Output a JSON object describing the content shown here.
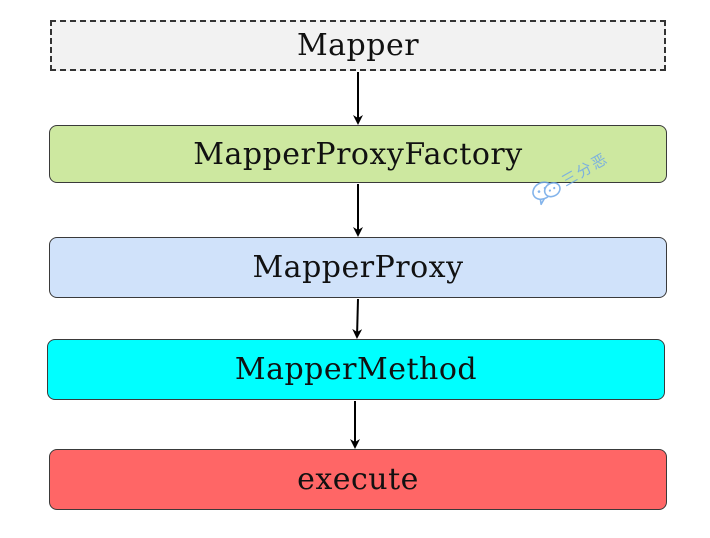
{
  "nodes": [
    {
      "id": "mapper",
      "label": "Mapper",
      "fill": "#f2f2f2",
      "style": "dashed"
    },
    {
      "id": "factory",
      "label": "MapperProxyFactory",
      "fill": "#cde8a0",
      "style": "solid"
    },
    {
      "id": "proxy",
      "label": "MapperProxy",
      "fill": "#d0e2fa",
      "style": "solid"
    },
    {
      "id": "method",
      "label": "MapperMethod",
      "fill": "#00ffff",
      "style": "solid"
    },
    {
      "id": "execute",
      "label": "execute",
      "fill": "#ff6666",
      "style": "solid"
    }
  ],
  "edges": [
    {
      "from": "mapper",
      "to": "factory"
    },
    {
      "from": "factory",
      "to": "proxy"
    },
    {
      "from": "proxy",
      "to": "method"
    },
    {
      "from": "method",
      "to": "execute"
    }
  ],
  "watermark": {
    "text": "三分恶",
    "icon": "wechat-icon",
    "color": "#6fa8e8"
  }
}
